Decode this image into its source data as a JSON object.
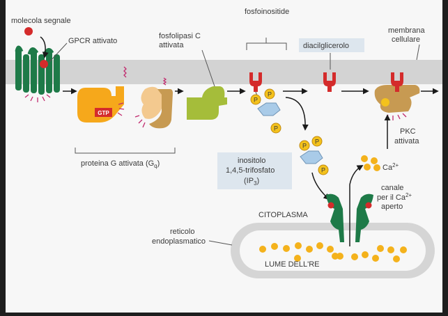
{
  "labels": {
    "signal_molecule": "molecola segnale",
    "gpcr_active": "GPCR attivato",
    "plc_line1": "fosfolipasi C",
    "plc_line2": "attivata",
    "phosphoinositides": "fosfoinositide",
    "membrane_line1": "membrana",
    "membrane_line2": "cellulare",
    "dag": "diacilglicerolo",
    "gtp": "GTP",
    "phosphate": "P",
    "g_protein_main": "proteina G attivata (G",
    "g_protein_sub": "q",
    "g_protein_close": ")",
    "ip3_line1": "inositolo",
    "ip3_line2": "1,4,5-trifosfato",
    "ip3_line3_main": "(IP",
    "ip3_line3_sub": "3",
    "ip3_line3_close": ")",
    "pkc_line1": "PKC",
    "pkc_line2": "attivata",
    "ca_main": "Ca",
    "ca_sup": "2+",
    "channel_line1": "canale",
    "channel_line2_main": "per il Ca",
    "channel_line2_sup": "2+",
    "channel_line3": "aperto",
    "cytoplasm": "CITOPLASMA",
    "er_line1": "reticolo",
    "er_line2": "endoplasmatico",
    "er_lumen": "LUME DELL'RE"
  },
  "colors": {
    "membrane": "#d3d3d3",
    "receptor": "#1e7a48",
    "signal": "#d42b2b",
    "g_protein": "#f6a81b",
    "phospholipase": "#a5bd3a",
    "pkc": "#c79a52",
    "calcium": "#f4b21c",
    "inositol_ring": "#a9cbe8",
    "label_box": "#dde6ee",
    "er": "#d5d5d5"
  }
}
